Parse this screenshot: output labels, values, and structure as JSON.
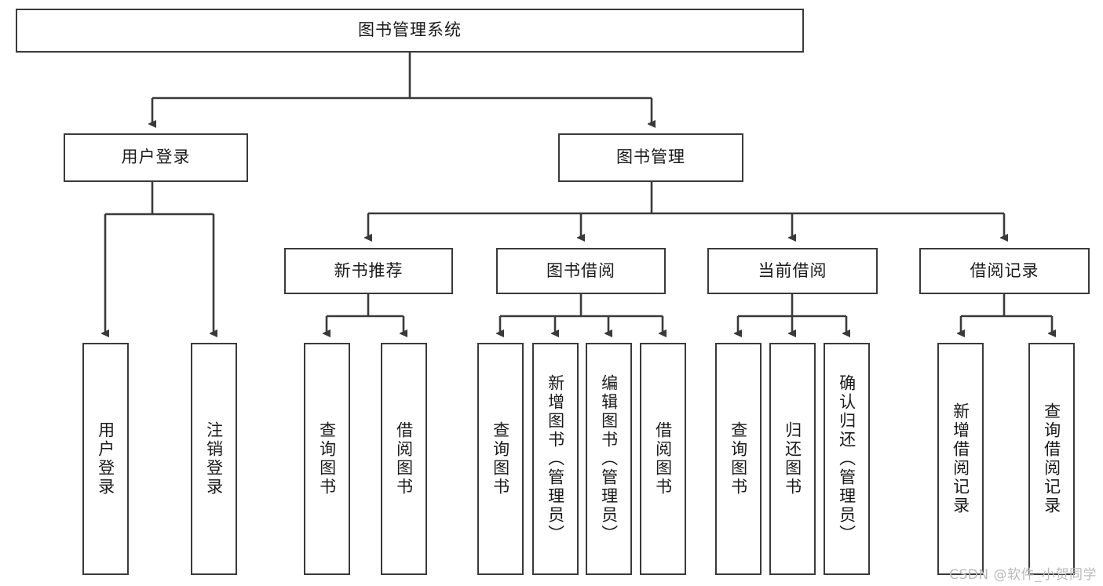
{
  "diagram": {
    "title": "图书管理系统",
    "root": {
      "label": "图书管理系统"
    },
    "tier2": [
      {
        "label": "用户登录"
      },
      {
        "label": "图书管理"
      }
    ],
    "tier3": [
      {
        "label": "新书推荐"
      },
      {
        "label": "图书借阅"
      },
      {
        "label": "当前借阅"
      },
      {
        "label": "借阅记录"
      }
    ],
    "leaves": {
      "user_login": [
        {
          "label": "用户登录"
        },
        {
          "label": "注销登录"
        }
      ],
      "new_book": [
        {
          "label": "查询图书"
        },
        {
          "label": "借阅图书"
        }
      ],
      "borrow_book": [
        {
          "label": "查询图书"
        },
        {
          "label": "新增图书（管理员）"
        },
        {
          "label": "编辑图书（管理员）"
        },
        {
          "label": "借阅图书"
        }
      ],
      "current_borrow": [
        {
          "label": "查询图书"
        },
        {
          "label": "归还图书"
        },
        {
          "label": "确认归还（管理员）"
        }
      ],
      "borrow_record": [
        {
          "label": "新增借阅记录"
        },
        {
          "label": "查询借阅记录"
        }
      ]
    }
  },
  "watermark": {
    "text": "CSDN @软件_小贺同学"
  },
  "colors": {
    "stroke": "#3a3a3a",
    "fill": "#ffffff",
    "text": "#1a1a1a",
    "watermark": "#b9b9b9"
  }
}
